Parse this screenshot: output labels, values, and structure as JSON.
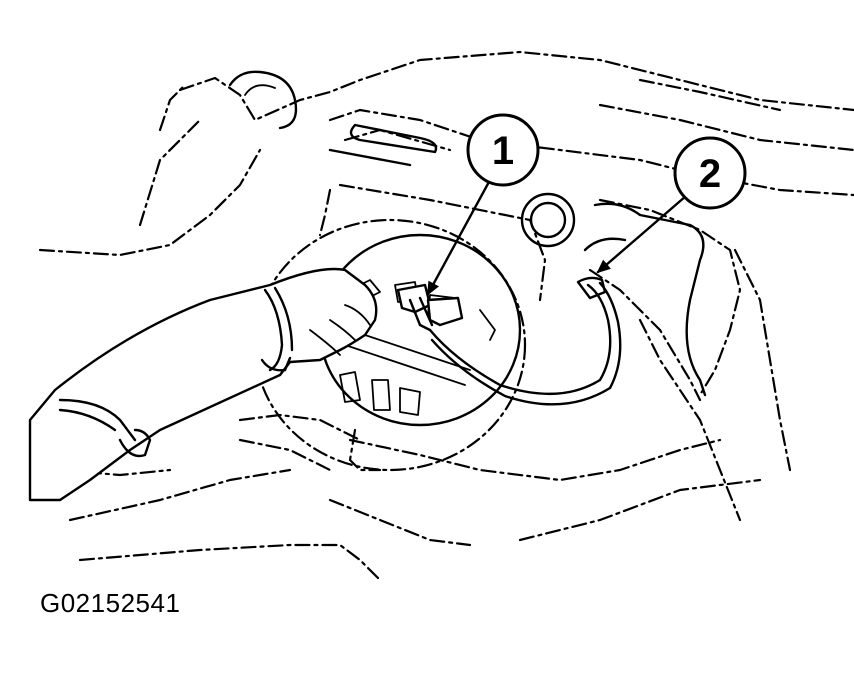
{
  "figure_id": "G02152541",
  "callouts": [
    {
      "label": "1"
    },
    {
      "label": "2"
    }
  ]
}
